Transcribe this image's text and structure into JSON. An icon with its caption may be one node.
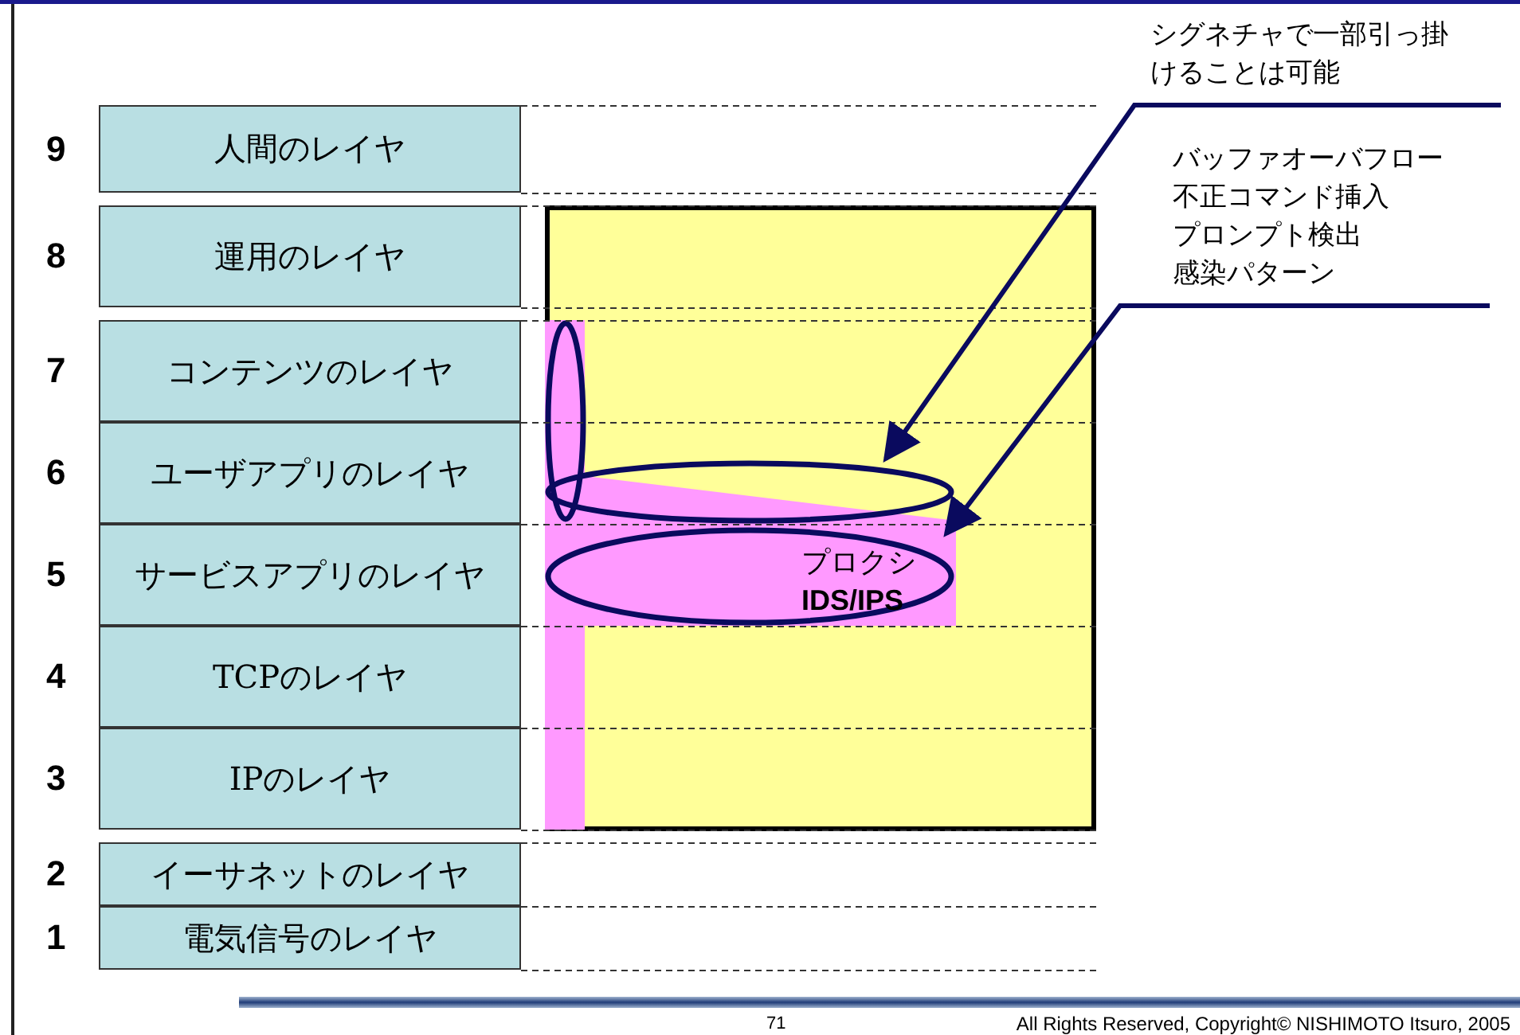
{
  "diagram": {
    "nodes": [
      {
        "text": [
          "人間のレイヤ"
        ],
        "beside": [
          "9"
        ]
      },
      {
        "text": [
          "運用のレイヤ"
        ],
        "beside": [
          "8"
        ]
      },
      {
        "text": [
          "コンテンツのレイヤ"
        ],
        "beside": [
          "7"
        ]
      },
      {
        "text": [
          "ユーザアプリのレイヤ"
        ],
        "beside": [
          "6"
        ]
      },
      {
        "text": [
          "サービスアプリのレイヤ"
        ],
        "beside": [
          "5"
        ]
      },
      {
        "text": [
          "TCPのレイヤ"
        ],
        "beside": [
          "4"
        ]
      },
      {
        "text": [
          "IPのレイヤ"
        ],
        "beside": [
          "3"
        ]
      },
      {
        "text": [
          "イーサネットのレイヤ"
        ],
        "beside": [
          "2"
        ]
      },
      {
        "text": [
          "電気信号のレイヤ"
        ],
        "beside": [
          "1"
        ]
      },
      {
        "text": [],
        "shape": "box"
      },
      {
        "text": [],
        "shape": "box",
        "in": 9
      },
      {
        "text": [],
        "shape": "ellipse",
        "in": 10
      },
      {
        "text": [],
        "shape": "ellipse",
        "in": 9
      },
      {
        "text": [
          "プロクシ",
          "IDS/IPS"
        ],
        "in": 10
      },
      {
        "text": [
          "シグネチャで一部引っ掛けることは可能"
        ]
      },
      {
        "text": [
          "バッファオーバフロー",
          "不正コマンド挿入",
          "プロンプト検出",
          "感染パターン"
        ]
      }
    ],
    "edges": [
      {
        "from": 14,
        "to": 12,
        "arrow": "to"
      },
      {
        "from": 15,
        "to": 13,
        "arrow": "to"
      }
    ],
    "labels": [
      "71",
      "All Rights Reserved, Copyright© NISHIMOTO Itsuro, 2005"
    ]
  }
}
